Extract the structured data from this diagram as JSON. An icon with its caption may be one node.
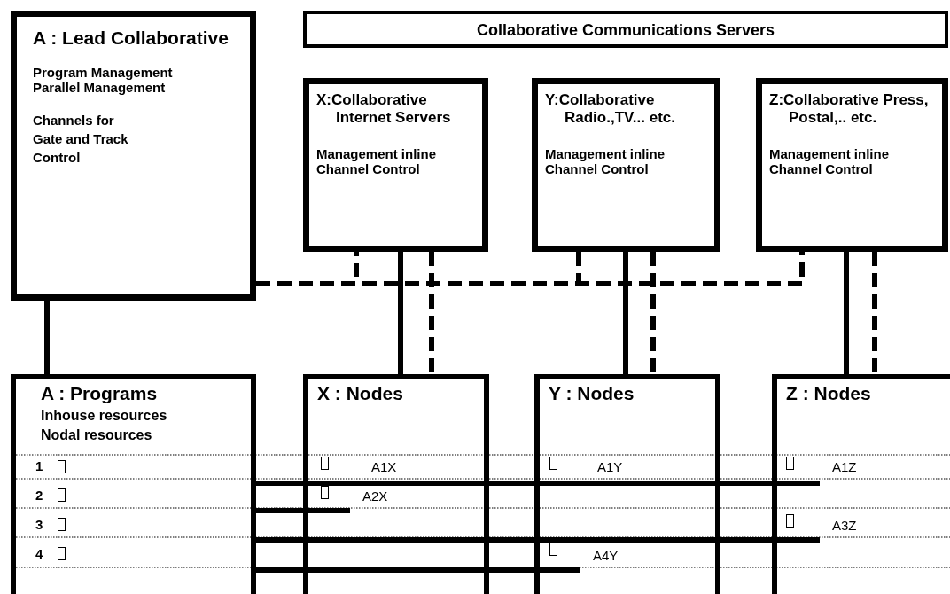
{
  "diagram": {
    "nodes": [
      {
        "text": [
          "A : Lead Collaborative",
          "Program Management Parallel Management",
          "Channels for Gate and Track Control"
        ]
      },
      {
        "text": [
          "Collaborative Communications Servers"
        ]
      },
      {
        "text": [
          "X:Collaborative Internet Servers",
          "Management inline Channel Control"
        ]
      },
      {
        "text": [
          "Y:Collaborative Radio.,TV... etc.",
          "Management inline Channel Control"
        ]
      },
      {
        "text": [
          "Z:Collaborative Press, Postal,.. etc.",
          "Management inline Channel Control"
        ]
      },
      {
        "text": [
          "A : Programs",
          "Inhouse resources Nodal resources"
        ]
      },
      {
        "text": [
          "X : Nodes"
        ]
      },
      {
        "text": [
          "Y : Nodes"
        ]
      },
      {
        "text": [
          "Z : Nodes"
        ]
      },
      {
        "text": [
          "A1X"
        ],
        "in": 6
      },
      {
        "text": [
          "A1Y"
        ],
        "in": 7
      },
      {
        "text": [
          "A1Z"
        ],
        "in": 8
      },
      {
        "text": [
          "A2X"
        ],
        "in": 6
      },
      {
        "text": [
          "A3Z"
        ],
        "in": 8
      },
      {
        "text": [
          "A4Y"
        ],
        "in": 7
      }
    ],
    "edges": [
      {
        "from": 0,
        "to": 5,
        "arrow": "none"
      },
      {
        "from": 0,
        "to": 2,
        "arrow": "none",
        "style": "dashed"
      },
      {
        "from": 0,
        "to": 3,
        "arrow": "none",
        "style": "dashed"
      },
      {
        "from": 0,
        "to": 4,
        "arrow": "none",
        "style": "dashed"
      },
      {
        "from": 2,
        "to": 6,
        "arrow": "none"
      },
      {
        "from": 2,
        "to": 6,
        "arrow": "none",
        "style": "dashed"
      },
      {
        "from": 3,
        "to": 7,
        "arrow": "none"
      },
      {
        "from": 3,
        "to": 7,
        "arrow": "none",
        "style": "dashed"
      },
      {
        "from": 4,
        "to": 8,
        "arrow": "none"
      },
      {
        "from": 4,
        "to": 8,
        "arrow": "none",
        "style": "dashed"
      },
      {
        "from": 5,
        "to": 11,
        "arrow": "none"
      },
      {
        "from": 5,
        "to": 12,
        "arrow": "none"
      },
      {
        "from": 5,
        "to": 13,
        "arrow": "none"
      },
      {
        "from": 5,
        "to": 14,
        "arrow": "none"
      }
    ],
    "labels": [
      "1",
      "2",
      "3",
      "4"
    ]
  }
}
